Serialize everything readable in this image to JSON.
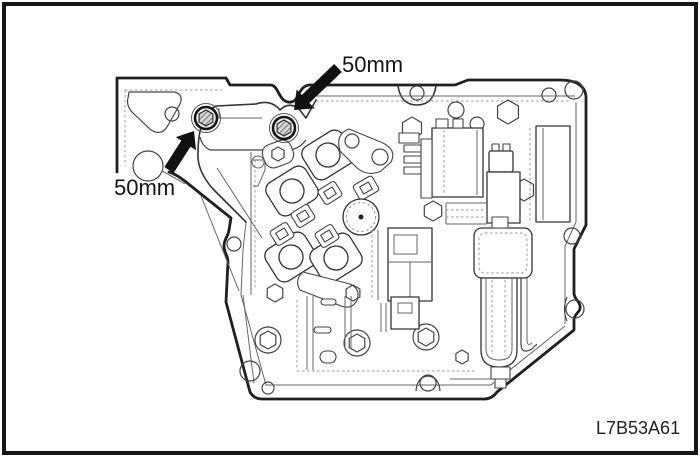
{
  "figure": {
    "callouts": [
      {
        "label": "50mm"
      },
      {
        "label": "50mm"
      }
    ],
    "figure_code": "L7B53A61",
    "colors": {
      "outline": "#1f1f1f",
      "background": "#ffffff",
      "arrow": "#111111",
      "bolt_hatch": "#666666"
    }
  }
}
